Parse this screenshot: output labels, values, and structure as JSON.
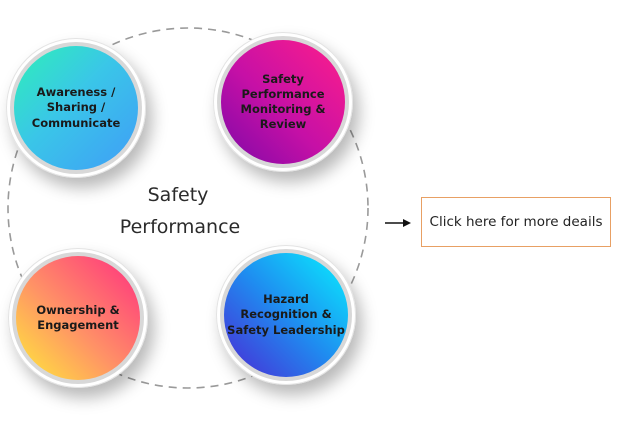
{
  "diagram": {
    "center_title_line1": "Safety",
    "center_title_line2": "Performance",
    "nodes": [
      {
        "label": "Awareness / Sharing /\nCommunicate"
      },
      {
        "label": "Safety Performance\nMonitoring & Review"
      },
      {
        "label": "Ownership &\nEngagement"
      },
      {
        "label": "Hazard Recognition &\nSafety Leadership"
      }
    ],
    "ring_style": "dashed",
    "ring_color": "#9a9a9a"
  },
  "cta": {
    "label": "Click here for more deails",
    "border_color": "#e8a064",
    "arrow_icon": "arrow-right-icon"
  }
}
